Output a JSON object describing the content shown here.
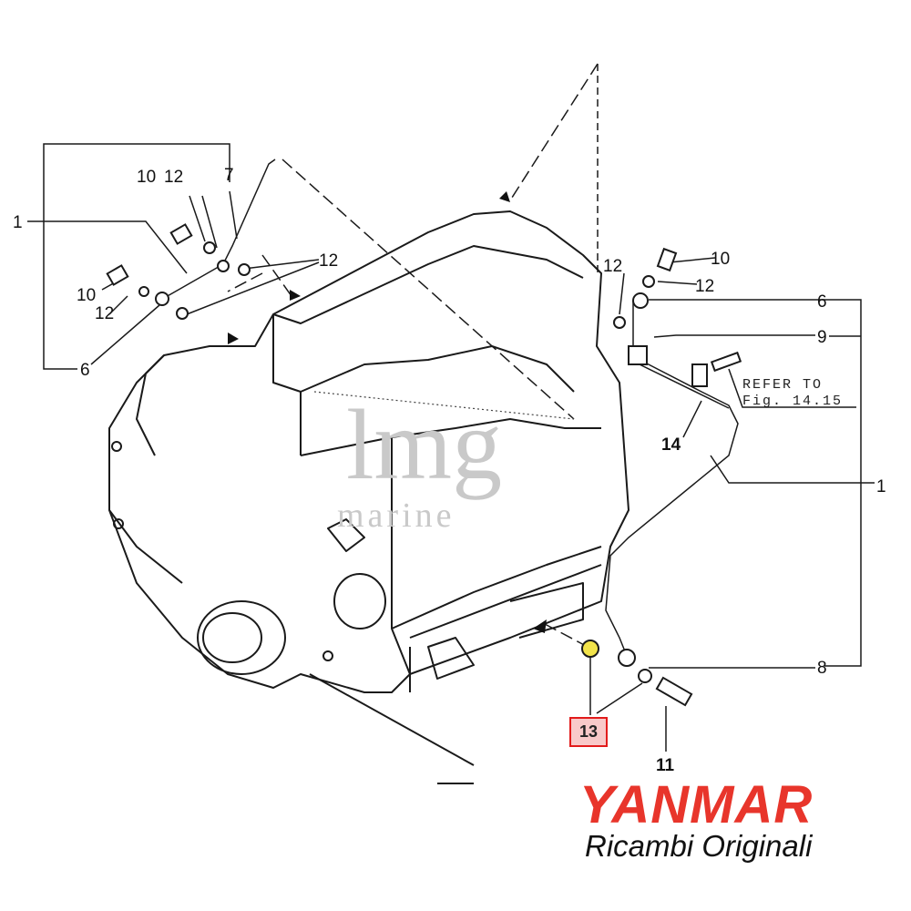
{
  "diagram": {
    "callouts": {
      "top_left_10": "10",
      "top_left_12": "12",
      "top_left_7": "7",
      "left_1": "1",
      "mid_12": "12",
      "left_10": "10",
      "left_12": "12",
      "left_6": "6",
      "right_12_a": "12",
      "right_10": "10",
      "right_12_b": "12",
      "right_6": "6",
      "right_9": "9",
      "right_14": "14",
      "right_1": "1",
      "right_8": "8",
      "bottom_11": "11"
    },
    "highlighted_part": "13",
    "refer_line1": "REFER TO",
    "refer_line2": "Fig. 14.15",
    "highlight_color": "#e21b1b",
    "washer_color": "#f2e34a"
  },
  "watermark": {
    "line1": "lmg",
    "line2": "marine"
  },
  "brand": {
    "name": "YANMAR",
    "tagline": "Ricambi Originali",
    "color": "#e8352b"
  }
}
